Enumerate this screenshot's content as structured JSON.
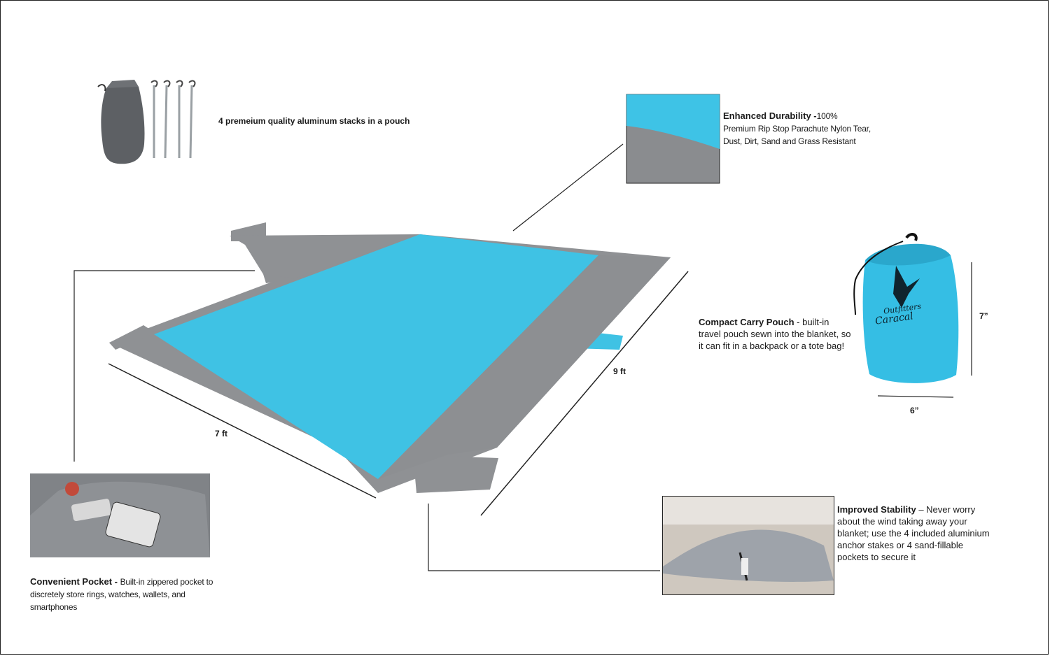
{
  "stakes": {
    "caption": "4 premeium quality aluminum stacks in a pouch"
  },
  "durability": {
    "title": "Enhanced Durability -",
    "lead": "100%",
    "body": "Premium Rip Stop Parachute Nylon Tear, Dust, Dirt, Sand and Grass Resistant"
  },
  "pouch": {
    "title": "Compact Carry Pouch",
    "body": " - built-in travel pouch sewn into the blanket, so it can fit in a backpack or a tote bag!",
    "height": "7”",
    "width": "6”",
    "brand_top": "Outfitters",
    "brand_bottom": "Caracal"
  },
  "blanket": {
    "width_label": "7 ft",
    "length_label": "9 ft"
  },
  "pocket": {
    "title": "Convenient Pocket - ",
    "body": "Built-in zippered pocket to discretely store rings, watches, wallets, and smartphones"
  },
  "stability": {
    "title": "Improved Stability",
    "body": " – Never worry about the wind taking away your blanket; use the 4 included aluminium anchor stakes or 4 sand-fillable pockets to secure it"
  },
  "colors": {
    "turquoise": "#3fc2e4",
    "gray": "#8f9194",
    "line": "#222222"
  }
}
